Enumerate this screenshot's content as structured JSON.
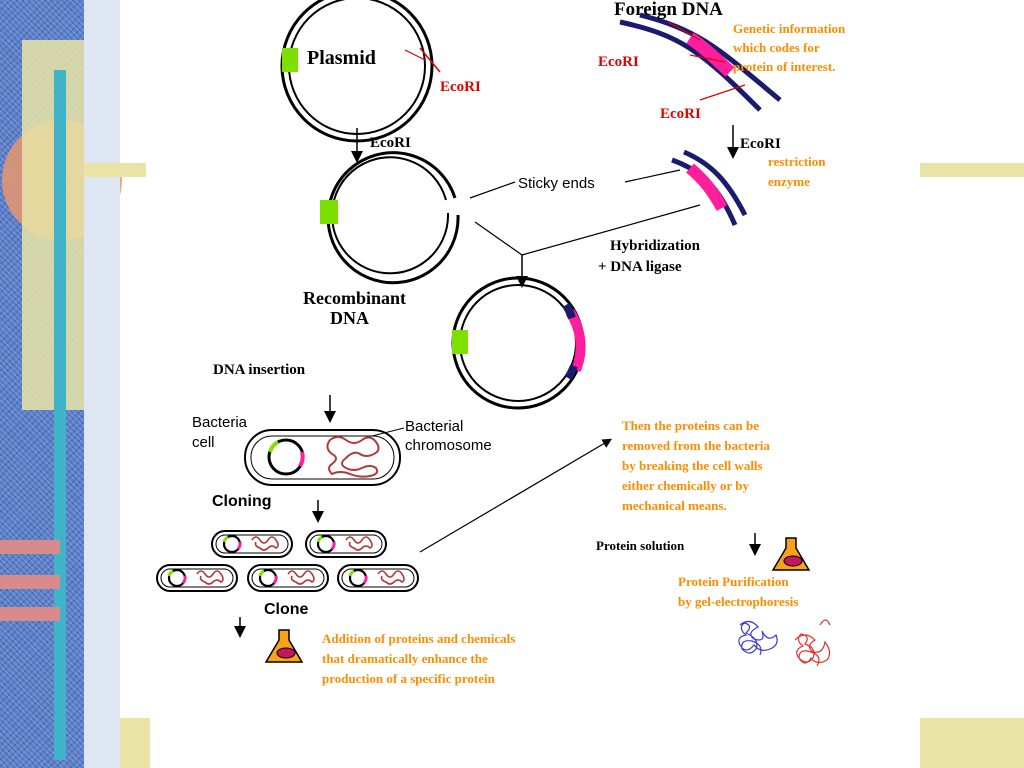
{
  "labels": {
    "plasmid": "Plasmid",
    "ecori_plasmid": "EcoRI",
    "foreign_dna": "Foreign DNA",
    "ecori_foreign_top": "EcoRI",
    "ecori_foreign_bottom": "EcoRI",
    "genetic_info": [
      "Genetic information",
      "which codes for",
      "protein of interest."
    ],
    "ecori_arrow_left": "EcoRI",
    "ecori_arrow_right": "EcoRI",
    "restriction_enzyme": [
      "restriction",
      "enzyme"
    ],
    "sticky_ends": "Sticky ends",
    "hybridization": [
      "Hybridization",
      "+ DNA ligase"
    ],
    "recombinant_dna": [
      "Recombinant",
      "DNA"
    ],
    "dna_insertion": "DNA insertion",
    "bacteria_cell": [
      "Bacteria",
      "cell"
    ],
    "bacterial_chromosome": [
      "Bacterial",
      "chromosome"
    ],
    "cloning": "Cloning",
    "clone": "Clone",
    "proteins_removed": [
      "Then the proteins can be",
      "removed from the bacteria",
      "by breaking the cell walls",
      "either chemically or by",
      "mechanical means."
    ],
    "protein_solution": "Protein solution",
    "protein_purification": [
      "Protein Purification",
      "by gel-electrophoresis"
    ],
    "addition_text": [
      "Addition of proteins and chemicals",
      "that dramatically enhance the",
      "production of a specific protein"
    ]
  },
  "colors": {
    "dna_dark": "#1a1a6e",
    "insert_pink": "#ff1f9e",
    "plasmid_green": "#7ee000",
    "ecori_red": "#e00000",
    "note_orange": "#ff8c00",
    "chromosome": "#b23a3a",
    "flask_orange": "#f7a21b",
    "flask_content": "#c2185b"
  },
  "icons": [
    "flask-icon",
    "arrow-down-icon",
    "scribble-icon"
  ]
}
